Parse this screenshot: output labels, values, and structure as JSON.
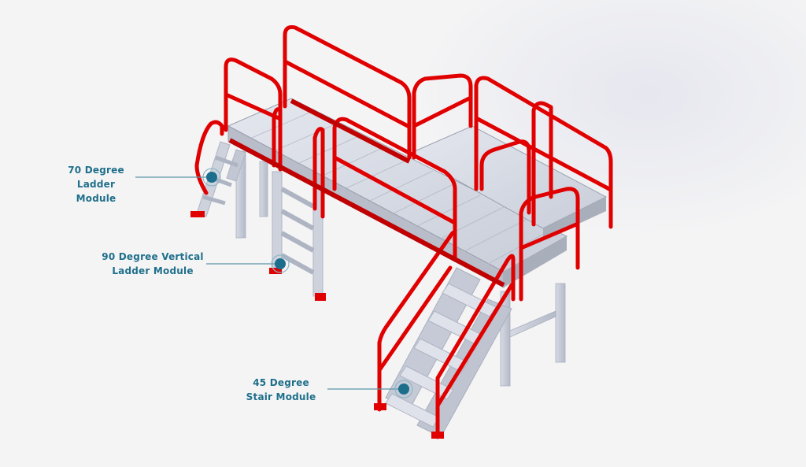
{
  "diagram": {
    "subject": "Modular industrial work platform with access modules",
    "colors": {
      "railing": "#e00000",
      "deck": "#d9dde6",
      "steel": "#c9ceda",
      "callout_text": "#1f6f8b",
      "callout_dot": "#1b6f8c",
      "background": "#f4f4f5"
    },
    "callouts": [
      {
        "id": "ladder70",
        "line1": "70 Degree",
        "line2": "Ladder Module"
      },
      {
        "id": "ladder90",
        "line1": "90 Degree Vertical",
        "line2": "Ladder Module"
      },
      {
        "id": "stair45",
        "line1": "45 Degree",
        "line2": "Stair Module"
      }
    ]
  }
}
